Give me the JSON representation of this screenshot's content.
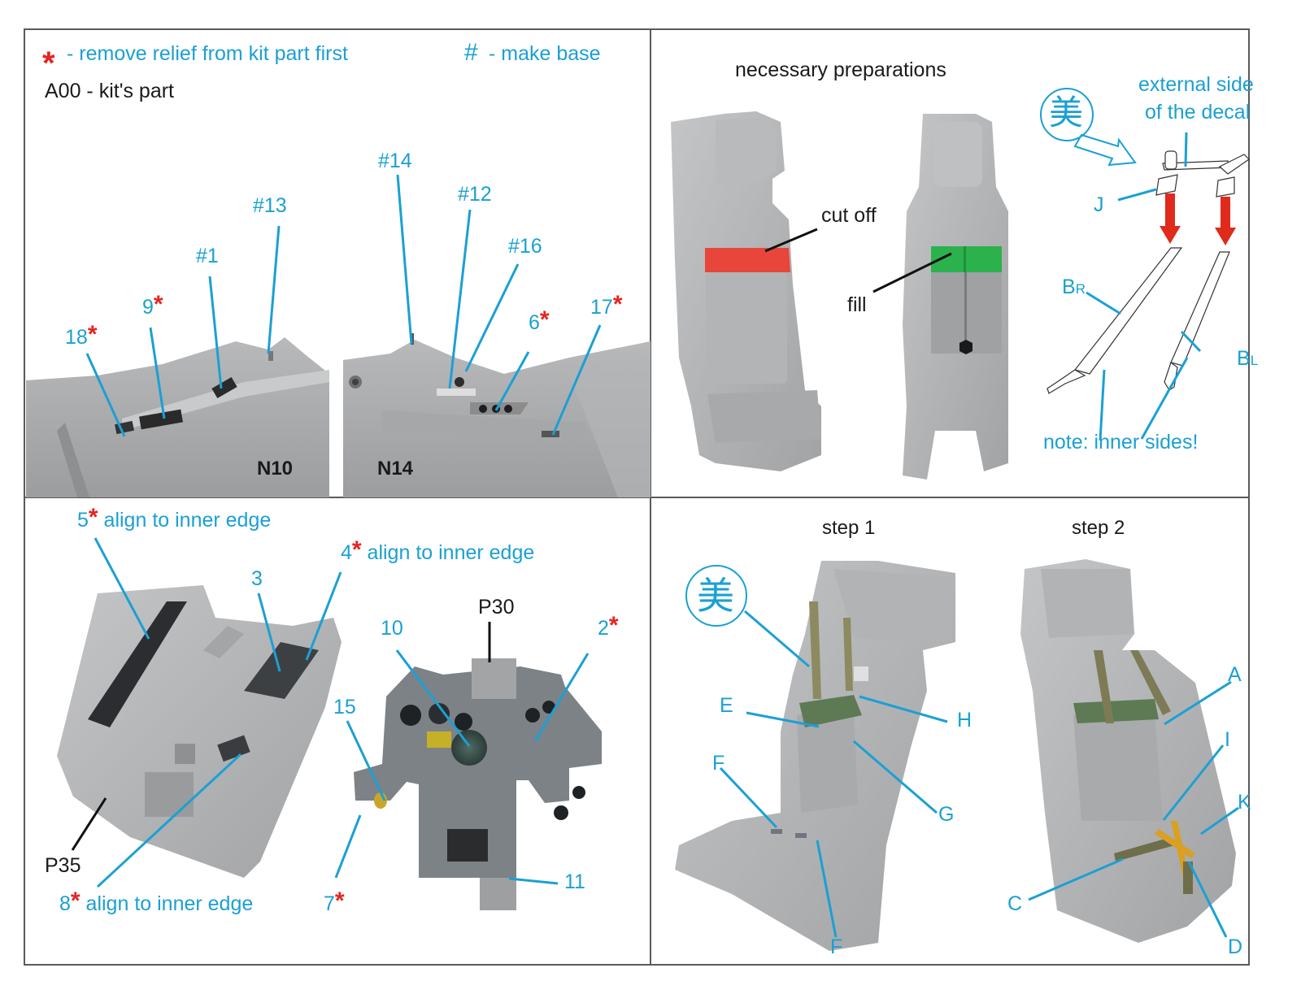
{
  "legend": {
    "asterisk_symbol": "*",
    "asterisk_text": "- remove relief from kit part first",
    "hash_symbol": "#",
    "hash_text": "- make base",
    "kit_part_text": "A00 - kit's part"
  },
  "panel_top_left": {
    "left_photo_label": "N10",
    "right_photo_label": "N14",
    "callouts": [
      {
        "id": "18",
        "text": "18",
        "asterisk": true
      },
      {
        "id": "9",
        "text": "9",
        "asterisk": true
      },
      {
        "id": "1",
        "text": "#1",
        "asterisk": false
      },
      {
        "id": "13",
        "text": "#13",
        "asterisk": false
      },
      {
        "id": "14",
        "text": "#14",
        "asterisk": false
      },
      {
        "id": "12",
        "text": "#12",
        "asterisk": false
      },
      {
        "id": "16",
        "text": "#16",
        "asterisk": false
      },
      {
        "id": "6",
        "text": "6",
        "asterisk": true
      },
      {
        "id": "17",
        "text": "17",
        "asterisk": true
      }
    ]
  },
  "panel_top_right": {
    "title": "necessary preparations",
    "cut_off_label": "cut off",
    "fill_label": "fill",
    "decal_symbol": "美",
    "external_side_line1": "external side",
    "external_side_line2": "of the decal",
    "label_j": "J",
    "label_br_main": "B",
    "label_br_sub": "R",
    "label_bl_main": "B",
    "label_bl_sub": "L",
    "note": "note: inner sides!",
    "colors": {
      "cut_off": "#e8463a",
      "fill": "#2bb24c",
      "arrow": "#e02a1c"
    }
  },
  "panel_bottom_left": {
    "callouts": [
      {
        "id": "5",
        "text": "5",
        "asterisk": true,
        "note": "align to inner edge"
      },
      {
        "id": "3",
        "text": "3",
        "asterisk": false,
        "note": ""
      },
      {
        "id": "4",
        "text": "4",
        "asterisk": true,
        "note": "align to inner edge"
      },
      {
        "id": "8",
        "text": "8",
        "asterisk": true,
        "note": "align to inner edge"
      },
      {
        "id": "10",
        "text": "10",
        "asterisk": false,
        "note": ""
      },
      {
        "id": "2",
        "text": "2",
        "asterisk": true,
        "note": ""
      },
      {
        "id": "15",
        "text": "15",
        "asterisk": false,
        "note": ""
      },
      {
        "id": "7",
        "text": "7",
        "asterisk": true,
        "note": ""
      },
      {
        "id": "11",
        "text": "11",
        "asterisk": false,
        "note": ""
      }
    ],
    "part_p35": "P35",
    "part_p30": "P30"
  },
  "panel_bottom_right": {
    "step1_title": "step 1",
    "step2_title": "step 2",
    "decal_symbol": "美",
    "step1_labels": {
      "e": "E",
      "h": "H",
      "f1": "F",
      "g": "G",
      "f2": "F"
    },
    "step2_labels": {
      "a": "A",
      "i": "I",
      "k": "K",
      "c": "C",
      "d": "D"
    }
  },
  "colors": {
    "callout_blue": "#1ba0d4",
    "asterisk_red": "#e52421",
    "frame": "#5a5a5a",
    "resin_gray": "#a9aaac"
  }
}
